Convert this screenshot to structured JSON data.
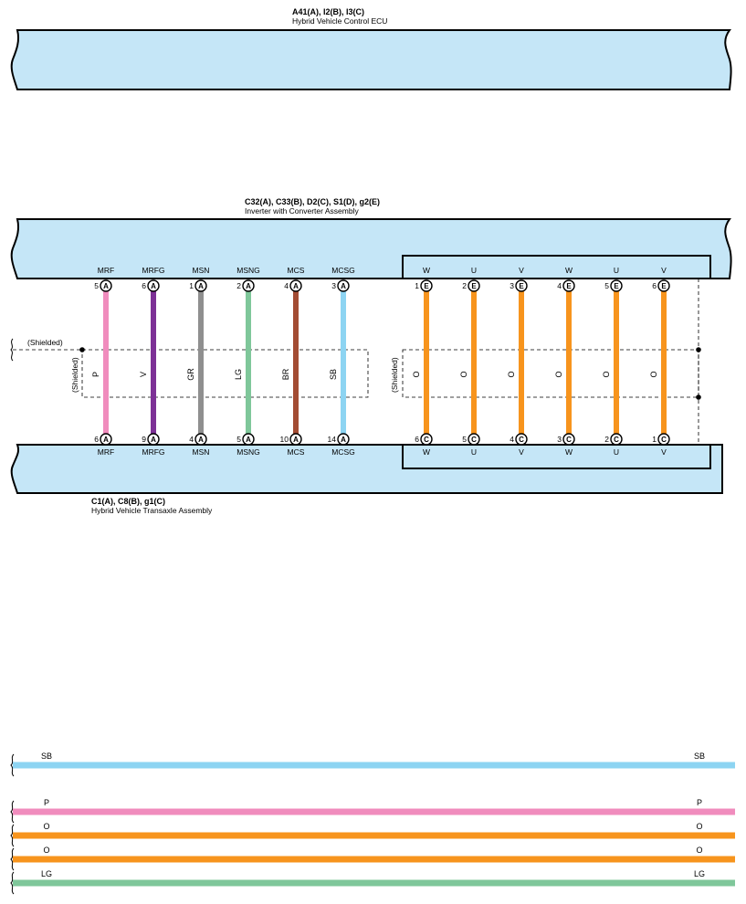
{
  "components": {
    "ecu": {
      "code": "A41(A), I2(B), I3(C)",
      "name": "Hybrid Vehicle Control ECU"
    },
    "inverter": {
      "code": "C32(A), C33(B), D2(C), S1(D), g2(E)",
      "name": "Inverter with Converter Assembly"
    },
    "transaxle": {
      "code": "C1(A), C8(B), g1(C)",
      "name": "Hybrid Vehicle Transaxle Assembly"
    }
  },
  "shielded_label": "(Shielded)",
  "colors": {
    "component_fill": "#c5e6f7",
    "P": "#f08cbd",
    "V": "#7d3196",
    "GR": "#8f8f8f",
    "LG": "#7fc79a",
    "BR": "#a34c33",
    "SB": "#8dd4f2",
    "O": "#f7941d"
  },
  "wires": [
    {
      "top_signal": "MRF",
      "top_pin": "5",
      "top_conn": "A",
      "color": "P",
      "bottom_pin": "6",
      "bottom_conn": "A",
      "bottom_signal": "MRF"
    },
    {
      "top_signal": "MRFG",
      "top_pin": "6",
      "top_conn": "A",
      "color": "V",
      "bottom_pin": "9",
      "bottom_conn": "A",
      "bottom_signal": "MRFG"
    },
    {
      "top_signal": "MSN",
      "top_pin": "1",
      "top_conn": "A",
      "color": "GR",
      "bottom_pin": "4",
      "bottom_conn": "A",
      "bottom_signal": "MSN"
    },
    {
      "top_signal": "MSNG",
      "top_pin": "2",
      "top_conn": "A",
      "color": "LG",
      "bottom_pin": "5",
      "bottom_conn": "A",
      "bottom_signal": "MSNG"
    },
    {
      "top_signal": "MCS",
      "top_pin": "4",
      "top_conn": "A",
      "color": "BR",
      "bottom_pin": "10",
      "bottom_conn": "A",
      "bottom_signal": "MCS"
    },
    {
      "top_signal": "MCSG",
      "top_pin": "3",
      "top_conn": "A",
      "color": "SB",
      "bottom_pin": "14",
      "bottom_conn": "A",
      "bottom_signal": "MCSG"
    },
    {
      "top_signal": "W",
      "top_pin": "1",
      "top_conn": "E",
      "color": "O",
      "bottom_pin": "6",
      "bottom_conn": "C",
      "bottom_signal": "W"
    },
    {
      "top_signal": "U",
      "top_pin": "2",
      "top_conn": "E",
      "color": "O",
      "bottom_pin": "5",
      "bottom_conn": "C",
      "bottom_signal": "U"
    },
    {
      "top_signal": "V",
      "top_pin": "3",
      "top_conn": "E",
      "color": "O",
      "bottom_pin": "4",
      "bottom_conn": "C",
      "bottom_signal": "V"
    },
    {
      "top_signal": "W",
      "top_pin": "4",
      "top_conn": "E",
      "color": "O",
      "bottom_pin": "3",
      "bottom_conn": "C",
      "bottom_signal": "W"
    },
    {
      "top_signal": "U",
      "top_pin": "5",
      "top_conn": "E",
      "color": "O",
      "bottom_pin": "2",
      "bottom_conn": "C",
      "bottom_signal": "U"
    },
    {
      "top_signal": "V",
      "top_pin": "6",
      "top_conn": "E",
      "color": "O",
      "bottom_pin": "1",
      "bottom_conn": "C",
      "bottom_signal": "V"
    }
  ],
  "continuation_lines": [
    {
      "color": "SB",
      "label_left": "SB",
      "label_right": "SB"
    },
    {
      "color": "P",
      "label_left": "P",
      "label_right": "P"
    },
    {
      "color": "O",
      "label_left": "O",
      "label_right": "O"
    },
    {
      "color": "O",
      "label_left": "O",
      "label_right": "O"
    },
    {
      "color": "LG",
      "label_left": "LG",
      "label_right": "LG"
    }
  ]
}
